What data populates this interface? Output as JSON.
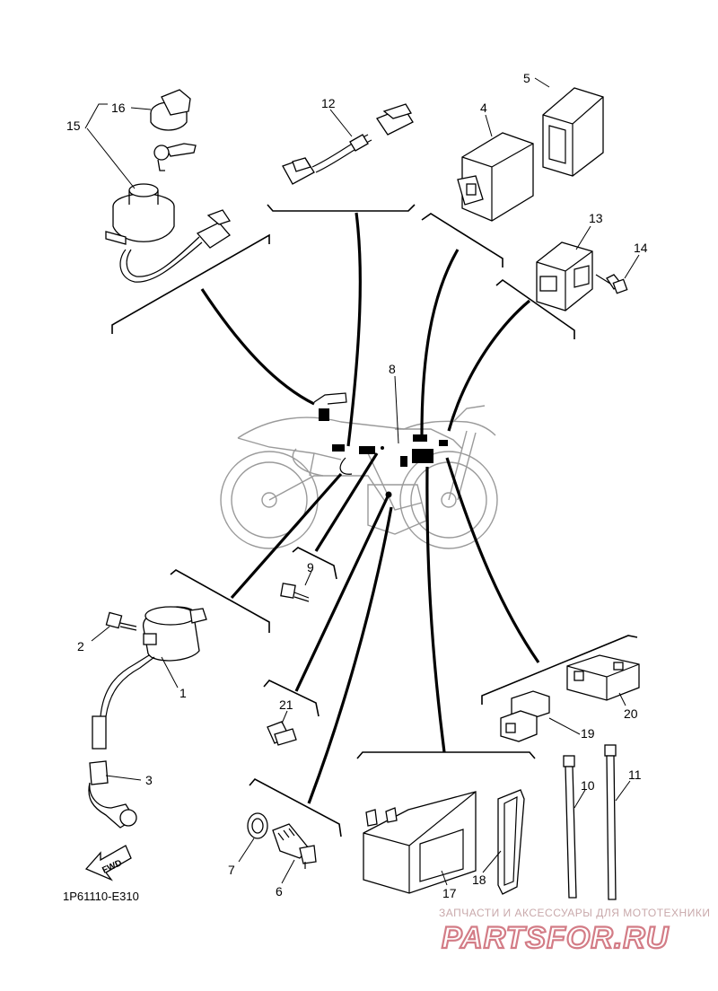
{
  "diagram_code": "1P61110-E310",
  "watermark": {
    "line1": "ЗАПЧАСТИ И АКСЕССУАРЫ ДЛЯ МОТОТЕХНИКИ",
    "line2": "PARTSFOR.RU"
  },
  "fwd_label": "FWD",
  "labels": {
    "p1": "1",
    "p2": "2",
    "p3": "3",
    "p4": "4",
    "p5": "5",
    "p6": "6",
    "p7": "7",
    "p8": "8",
    "p9": "9",
    "p10": "10",
    "p11": "11",
    "p12": "12",
    "p13": "13",
    "p14": "14",
    "p15": "15",
    "p16": "16",
    "p17": "17",
    "p18": "18",
    "p19": "19",
    "p20": "20",
    "p21": "21"
  },
  "colors": {
    "line": "#000000",
    "bike": "#9a9a9a",
    "watermark_text": "#c9a9ab",
    "watermark_logo": "#d37c86"
  }
}
